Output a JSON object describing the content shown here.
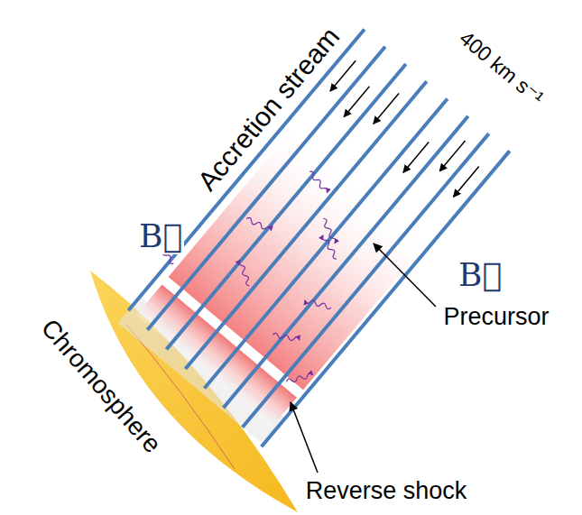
{
  "diagram": {
    "labels": [
      "Accretion stream",
      "400 km s⁻¹",
      "B⃗",
      "B⃗",
      "Chromosphere",
      "Precursor",
      "Reverse shock"
    ]
  }
}
